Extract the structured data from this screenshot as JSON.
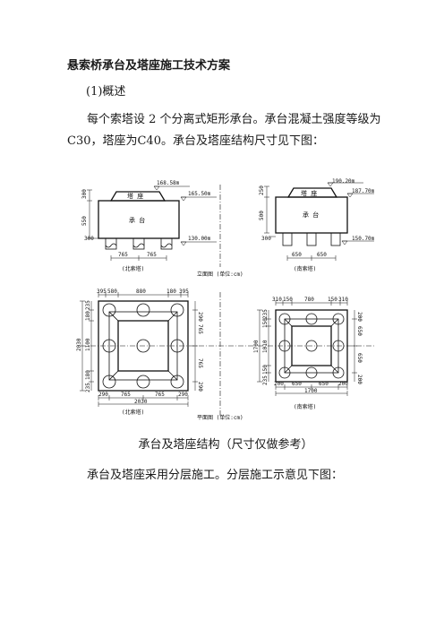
{
  "doc": {
    "title": "悬索桥承台及塔座施工技术方案",
    "heading1": "(1)概述",
    "body": "每个索塔设 2 个分离式矩形承台。承台混凝土强度等级为C30，塔座为C40。承台及塔座结构尺寸见下图：",
    "figure_caption": "承台及塔座结构（尺寸仅做参考）",
    "last_line": "承台及塔座采用分层施工。分层施工示意见下图："
  },
  "figure": {
    "elevation": {
      "block_top": "塔 座",
      "block_mid": "承 台",
      "left": {
        "elev_top": "168.58m",
        "elev_mid": "165.50m",
        "elev_bot": "130.00m",
        "dim_top": "300",
        "dim_h": "550",
        "dim_pile": "300",
        "dim_b1": "765",
        "dim_b2": "765",
        "caption": "(北索塔)"
      },
      "right": {
        "elev_top": "190.20m",
        "elev_mid": "187.70m",
        "elev_bot": "150.70m",
        "dim_top": "250",
        "dim_h": "500",
        "dim_pile": "300",
        "dim_b1": "650",
        "dim_b2": "650",
        "caption": "(南索塔)"
      },
      "title": "立面图 (单位:cm)"
    },
    "plan": {
      "left": {
        "top_dims": [
          "395",
          "580",
          "880",
          "180",
          "395"
        ],
        "left_total": "2030",
        "left_dims": [
          "235",
          "180",
          "1100",
          "180",
          "235"
        ],
        "right_dims": [
          "290",
          "765",
          "765",
          "290"
        ],
        "bottom_dims": [
          "290",
          "765",
          "765",
          "290"
        ],
        "bottom_total": "2030",
        "caption": "(北索塔)"
      },
      "right": {
        "top_dims": [
          "310",
          "150",
          "780",
          "150",
          "310"
        ],
        "left_total": "1700",
        "left_dims": [
          "235",
          "150",
          "1010",
          "150",
          "235"
        ],
        "right_dims": [
          "200",
          "650",
          "650",
          "200"
        ],
        "bottom_dims": [
          "200",
          "650",
          "650",
          "200"
        ],
        "bottom_total": "1700",
        "caption": "(南索塔)"
      },
      "title": "平面图 (单位:cm)"
    }
  }
}
